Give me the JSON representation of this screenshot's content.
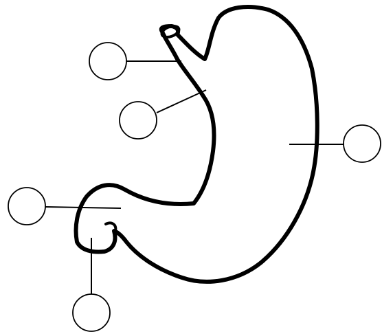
{
  "diagram": {
    "subject": "stomach",
    "style": "unlabeled line drawing with blank answer circles",
    "outline_color": "#000000",
    "background": "#ffffff",
    "labels": [
      {
        "id": "esophagus",
        "text": ""
      },
      {
        "id": "lesser-curvature",
        "text": ""
      },
      {
        "id": "greater-curvature",
        "text": ""
      },
      {
        "id": "pyloric-region",
        "text": ""
      },
      {
        "id": "duodenum",
        "text": ""
      }
    ]
  }
}
